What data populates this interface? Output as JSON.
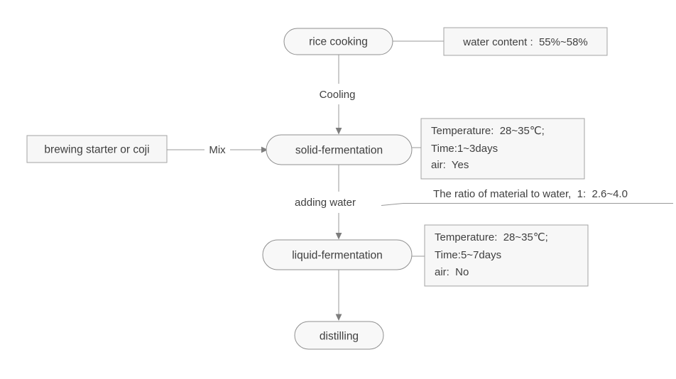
{
  "diagram_type": "flowchart",
  "subject": "rice liquor brewing process",
  "nodes": {
    "rice_cooking": {
      "label": "rice cooking"
    },
    "brewing_starter": {
      "label": "brewing starter or coji"
    },
    "solid_fermentation": {
      "label": "solid-fermentation"
    },
    "liquid_fermentation": {
      "label": "liquid-fermentation"
    },
    "distilling": {
      "label": "distilling"
    }
  },
  "edges": {
    "cooling": {
      "label": "Cooling"
    },
    "mix": {
      "label": "Mix"
    },
    "adding_water": {
      "label": "adding water"
    }
  },
  "notes": {
    "water_content": {
      "label": "water content :  55%~58%"
    },
    "solid_params": {
      "line1": "Temperature:  28~35℃;",
      "line2": "Time:1~3days",
      "line3": "air:  Yes"
    },
    "liquid_params": {
      "line1": "Temperature:  28~35℃;",
      "line2": "Time:5~7days",
      "line3": "air:  No"
    },
    "ratio": {
      "label": "The ratio of material to water,  1:  2.6~4.0"
    }
  },
  "colors": {
    "background": "#ffffff",
    "node_fill": "#f8f8f8",
    "node_border": "#8f8f8f",
    "note_fill": "#f7f7f7",
    "note_border": "#a3a3a3",
    "line": "#999999",
    "arrow": "#7d7d7d",
    "text": "#3f3f3f"
  }
}
